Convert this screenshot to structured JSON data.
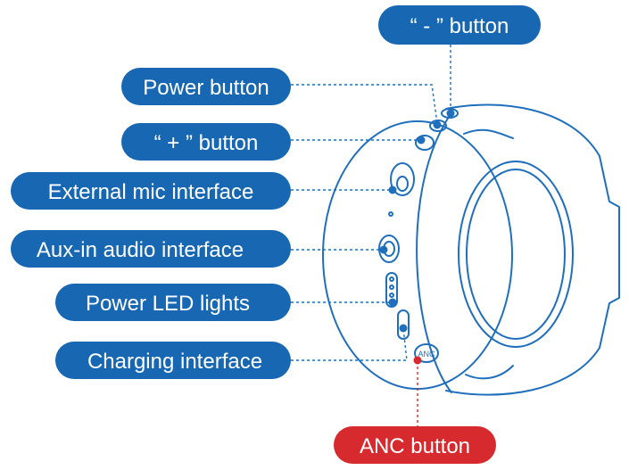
{
  "colors": {
    "callout_blue": "#1767b3",
    "callout_red": "#d62a2e",
    "outline": "#1f6fbd",
    "background": "#ffffff"
  },
  "callouts": {
    "minus_button": "“ - ” button",
    "power_button": "Power button",
    "plus_button": "“ + ” button",
    "external_mic": "External mic interface",
    "aux_in": "Aux-in audio interface",
    "power_led": "Power LED lights",
    "charging": "Charging interface",
    "anc_button": "ANC button"
  },
  "device": {
    "anc_label": "ANC"
  }
}
